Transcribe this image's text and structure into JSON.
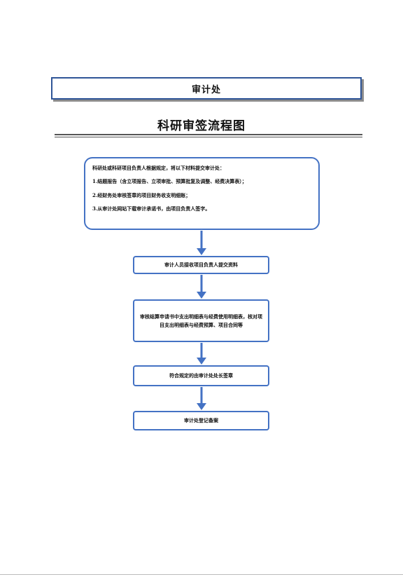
{
  "header": {
    "label": "审计处"
  },
  "page_title": "科研审签流程图",
  "flow": {
    "main": {
      "lines": [
        "科研处或科研项目负责人根据规定，将以下材料提交审计处：",
        "1.结题报告（含立项报告、立项审批、预算批复及调整、经费决算表）；",
        "2.经财务处审核签章的项目财务收支明细账；",
        "3.从审计处网站下载审计承诺书，由项目负责人签字。"
      ]
    },
    "step2": "审计人员接收项目负责人提交资料",
    "step3": "审核结算申请书中支出明细表与经费使用明细表，核对项目支出明细表与经费预算、项目合同等",
    "step4": "符合规定的由审计处处长签章",
    "step5": "审计处登记备案"
  },
  "colors": {
    "node_border": "#4472c4",
    "arrow": "#4472c4",
    "header_border": "#2f5597"
  }
}
